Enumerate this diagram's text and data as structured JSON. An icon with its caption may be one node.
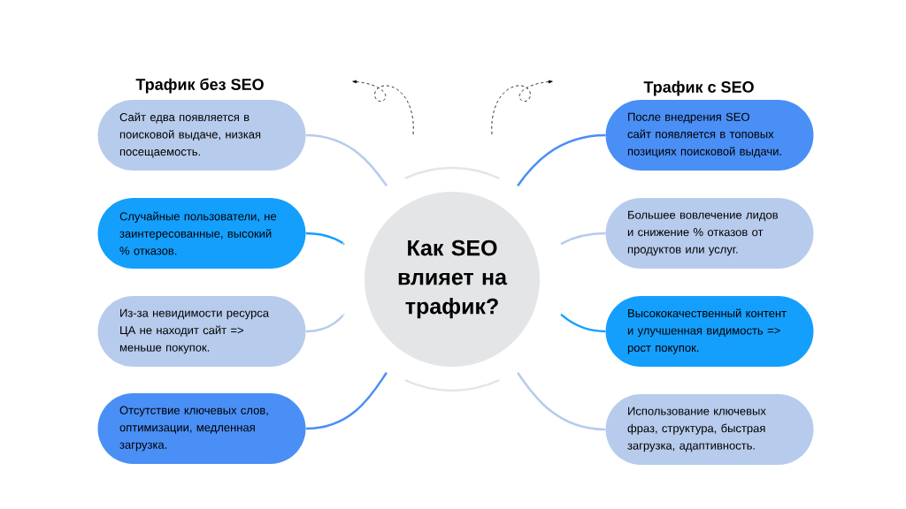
{
  "diagram": {
    "nodes": [
      {
        "text": [
          "Как SEO влияет на трафик?"
        ]
      },
      {
        "text": [
          "Сайт едва появляется в поисковой выдаче, низкая посещаемость."
        ]
      },
      {
        "text": [
          "Случайные пользователи, не заинтересованные, высокий % отказов."
        ]
      },
      {
        "text": [
          "Из-за невидимости ресурса ЦА не находит сайт => меньше покупок."
        ]
      },
      {
        "text": [
          "Отсутствие ключевых слов, оптимизации, медленная  загрузка."
        ]
      },
      {
        "text": [
          "После внедрения SEO сайт  появляется в топовых позициях поисковой выдачи."
        ]
      },
      {
        "text": [
          "Большее вовлечение лидов и снижение % отказов от продуктов или услуг."
        ]
      },
      {
        "text": [
          "Высококачественный контент и улучшенная видимость => рост покупок."
        ]
      },
      {
        "text": [
          "Использование ключевых фраз, структура, быстрая загрузка, адаптивность."
        ]
      }
    ],
    "edges": [
      {
        "from": 1,
        "to": 0,
        "arrow": "none"
      },
      {
        "from": 2,
        "to": 0,
        "arrow": "none",
        "color": "#149ffd"
      },
      {
        "from": 3,
        "to": 0,
        "arrow": "none"
      },
      {
        "from": 4,
        "to": 0,
        "arrow": "none",
        "color": "#4a8ff6"
      },
      {
        "from": 5,
        "to": 0,
        "arrow": "none",
        "color": "#4a8ff6"
      },
      {
        "from": 6,
        "to": 0,
        "arrow": "none"
      },
      {
        "from": 7,
        "to": 0,
        "arrow": "none",
        "color": "#149ffd"
      },
      {
        "from": 8,
        "to": 0,
        "arrow": "none"
      }
    ],
    "labels": [
      "Трафик без SEO",
      "Трафик с SEO"
    ]
  }
}
